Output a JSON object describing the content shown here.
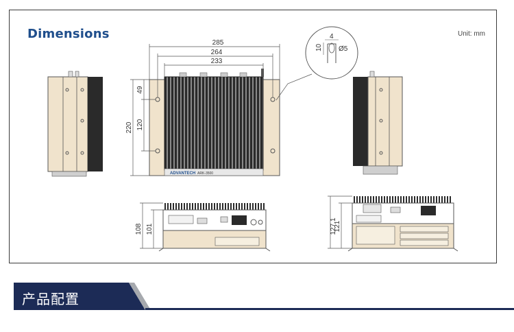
{
  "dimensions": {
    "title": "Dimensions",
    "unit": "Unit: mm",
    "labels": {
      "w285": "285",
      "w264": "264",
      "w233": "233",
      "h220": "220",
      "h49": "49",
      "h120": "120",
      "h108": "108",
      "h101": "101",
      "h127": "127.1",
      "h121": "121",
      "d4": "4",
      "d10": "10",
      "d5": "Ø5"
    },
    "brand_text": "ADVANTECH",
    "model_text": "ARK-3500"
  },
  "section": {
    "title": "产品配置"
  },
  "colors": {
    "title_blue": "#1f4e8c",
    "band_navy": "#1c2b56",
    "beige": "#f0e3cc",
    "heatsink": "#1e1e1e"
  }
}
